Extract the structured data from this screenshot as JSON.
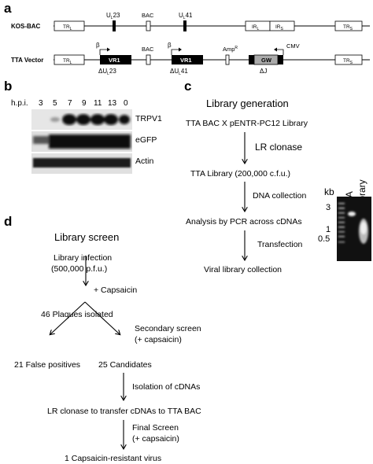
{
  "panels": {
    "a": "a",
    "b": "b",
    "c": "c",
    "d": "d"
  },
  "panel_a": {
    "kos_label": "KOS-BAC",
    "tta_label": "TTA Vector",
    "kos": {
      "trl": "TR",
      "trl_sub": "L",
      "ul23": "U",
      "ul23_sub": "L",
      "ul23_num": "23",
      "bac": "BAC",
      "ul41": "U",
      "ul41_sub": "L",
      "ul41_num": "41",
      "irl": "IR",
      "irl_sub": "L",
      "irs": "IR",
      "irs_sub": "S",
      "trs": "TR",
      "trs_sub": "S"
    },
    "tta": {
      "trl": "TR",
      "trl_sub": "L",
      "beta1": "β",
      "vr1a": "VR1",
      "delta1": "ΔU",
      "delta1_sub": "L",
      "delta1_num": "23",
      "bac": "BAC",
      "beta2": "β",
      "vr1b": "VR1",
      "delta2": "ΔU",
      "delta2_sub": "L",
      "delta2_num": "41",
      "amp": "Amp",
      "amp_sup": "R",
      "gw": "GW",
      "cmv": "CMV",
      "deltaj": "ΔJ",
      "trs": "TR",
      "trs_sub": "S"
    }
  },
  "panel_b": {
    "hpi_label": "h.p.i.",
    "lanes": [
      "3",
      "5",
      "7",
      "9",
      "11",
      "13",
      "0"
    ],
    "bands": [
      "TRPV1",
      "eGFP",
      "Actin"
    ]
  },
  "panel_c": {
    "title": "Library generation",
    "steps": [
      "TTA BAC X pENTR-PC12 Library",
      "TTA Library (200,000 c.f.u.)",
      "Analysis by PCR across cDNAs",
      "Viral library collection"
    ],
    "arrow_labels": [
      "LR clonase",
      "DNA collection",
      "Transfection"
    ],
    "gel": {
      "kb_label": "kb",
      "markers": [
        "3",
        "1",
        "0.5"
      ],
      "lanes": [
        "TTA",
        "Library"
      ]
    }
  },
  "panel_d": {
    "title": "Library screen",
    "infection_line1": "Library infection",
    "infection_line2": "(500,000 p.f.u.)",
    "capsaicin1": "+ Capsaicin",
    "plaques": "46 Plaques isolated",
    "secondary_line1": "Secondary screen",
    "secondary_line2": "(+ capsaicin)",
    "false_pos": "21 False positives",
    "candidates": "25 Candidates",
    "isolation": "Isolation of cDNAs",
    "lr_transfer": "LR clonase to transfer cDNAs to TTA BAC",
    "final_line1": "Final Screen",
    "final_line2": "(+ capsaicin)",
    "result": "1 Capsaicin-resistant virus"
  }
}
